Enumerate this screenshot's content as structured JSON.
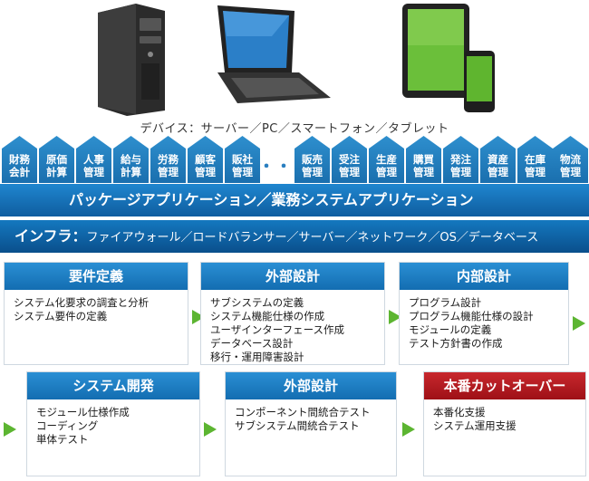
{
  "devices": {
    "caption": "デバイス：サーバー／PC／スマートフォン／タブレット"
  },
  "modules_left": [
    "財務会計",
    "原価計算",
    "人事管理",
    "給与計算",
    "労務管理",
    "顧客管理",
    "販社管理"
  ],
  "modules_right": [
    "販売管理",
    "受注管理",
    "生産管理",
    "購買管理",
    "発注管理",
    "資産管理",
    "在庫管理",
    "物流管理"
  ],
  "modules_ellipsis": "・・・",
  "app_bar": "パッケージアプリケーション／業務システムアプリケーション",
  "infra_bar": {
    "lead": "インフラ：",
    "rest": "ファイアウォール／ロードバランサー／サーバー／ネットワーク／OS／データベース"
  },
  "steps": [
    {
      "title": "要件定義",
      "items": [
        "システム化要求の調査と分析",
        "システム要件の定義"
      ]
    },
    {
      "title": "外部設計",
      "items": [
        "サブシステムの定義",
        "システム機能仕様の作成",
        "ユーザインターフェース作成",
        "データベース設計",
        "移行・運用障害設計"
      ]
    },
    {
      "title": "内部設計",
      "items": [
        "プログラム設計",
        "プログラム機能仕様の設計",
        "モジュールの定義",
        "テスト方針書の作成"
      ]
    },
    {
      "title": "システム開発",
      "items": [
        "モジュール仕様作成",
        "コーディング",
        "単体テスト"
      ]
    },
    {
      "title": "外部設計",
      "items": [
        "コンポーネント間統合テスト",
        "サブシステム間統合テスト"
      ]
    },
    {
      "title": "本番カットオーバー",
      "items": [
        "本番化支援",
        "システム運用支援"
      ]
    }
  ],
  "colors": {
    "blue": "#1a6fae",
    "red": "#b51c22",
    "green": "#5cb531"
  }
}
